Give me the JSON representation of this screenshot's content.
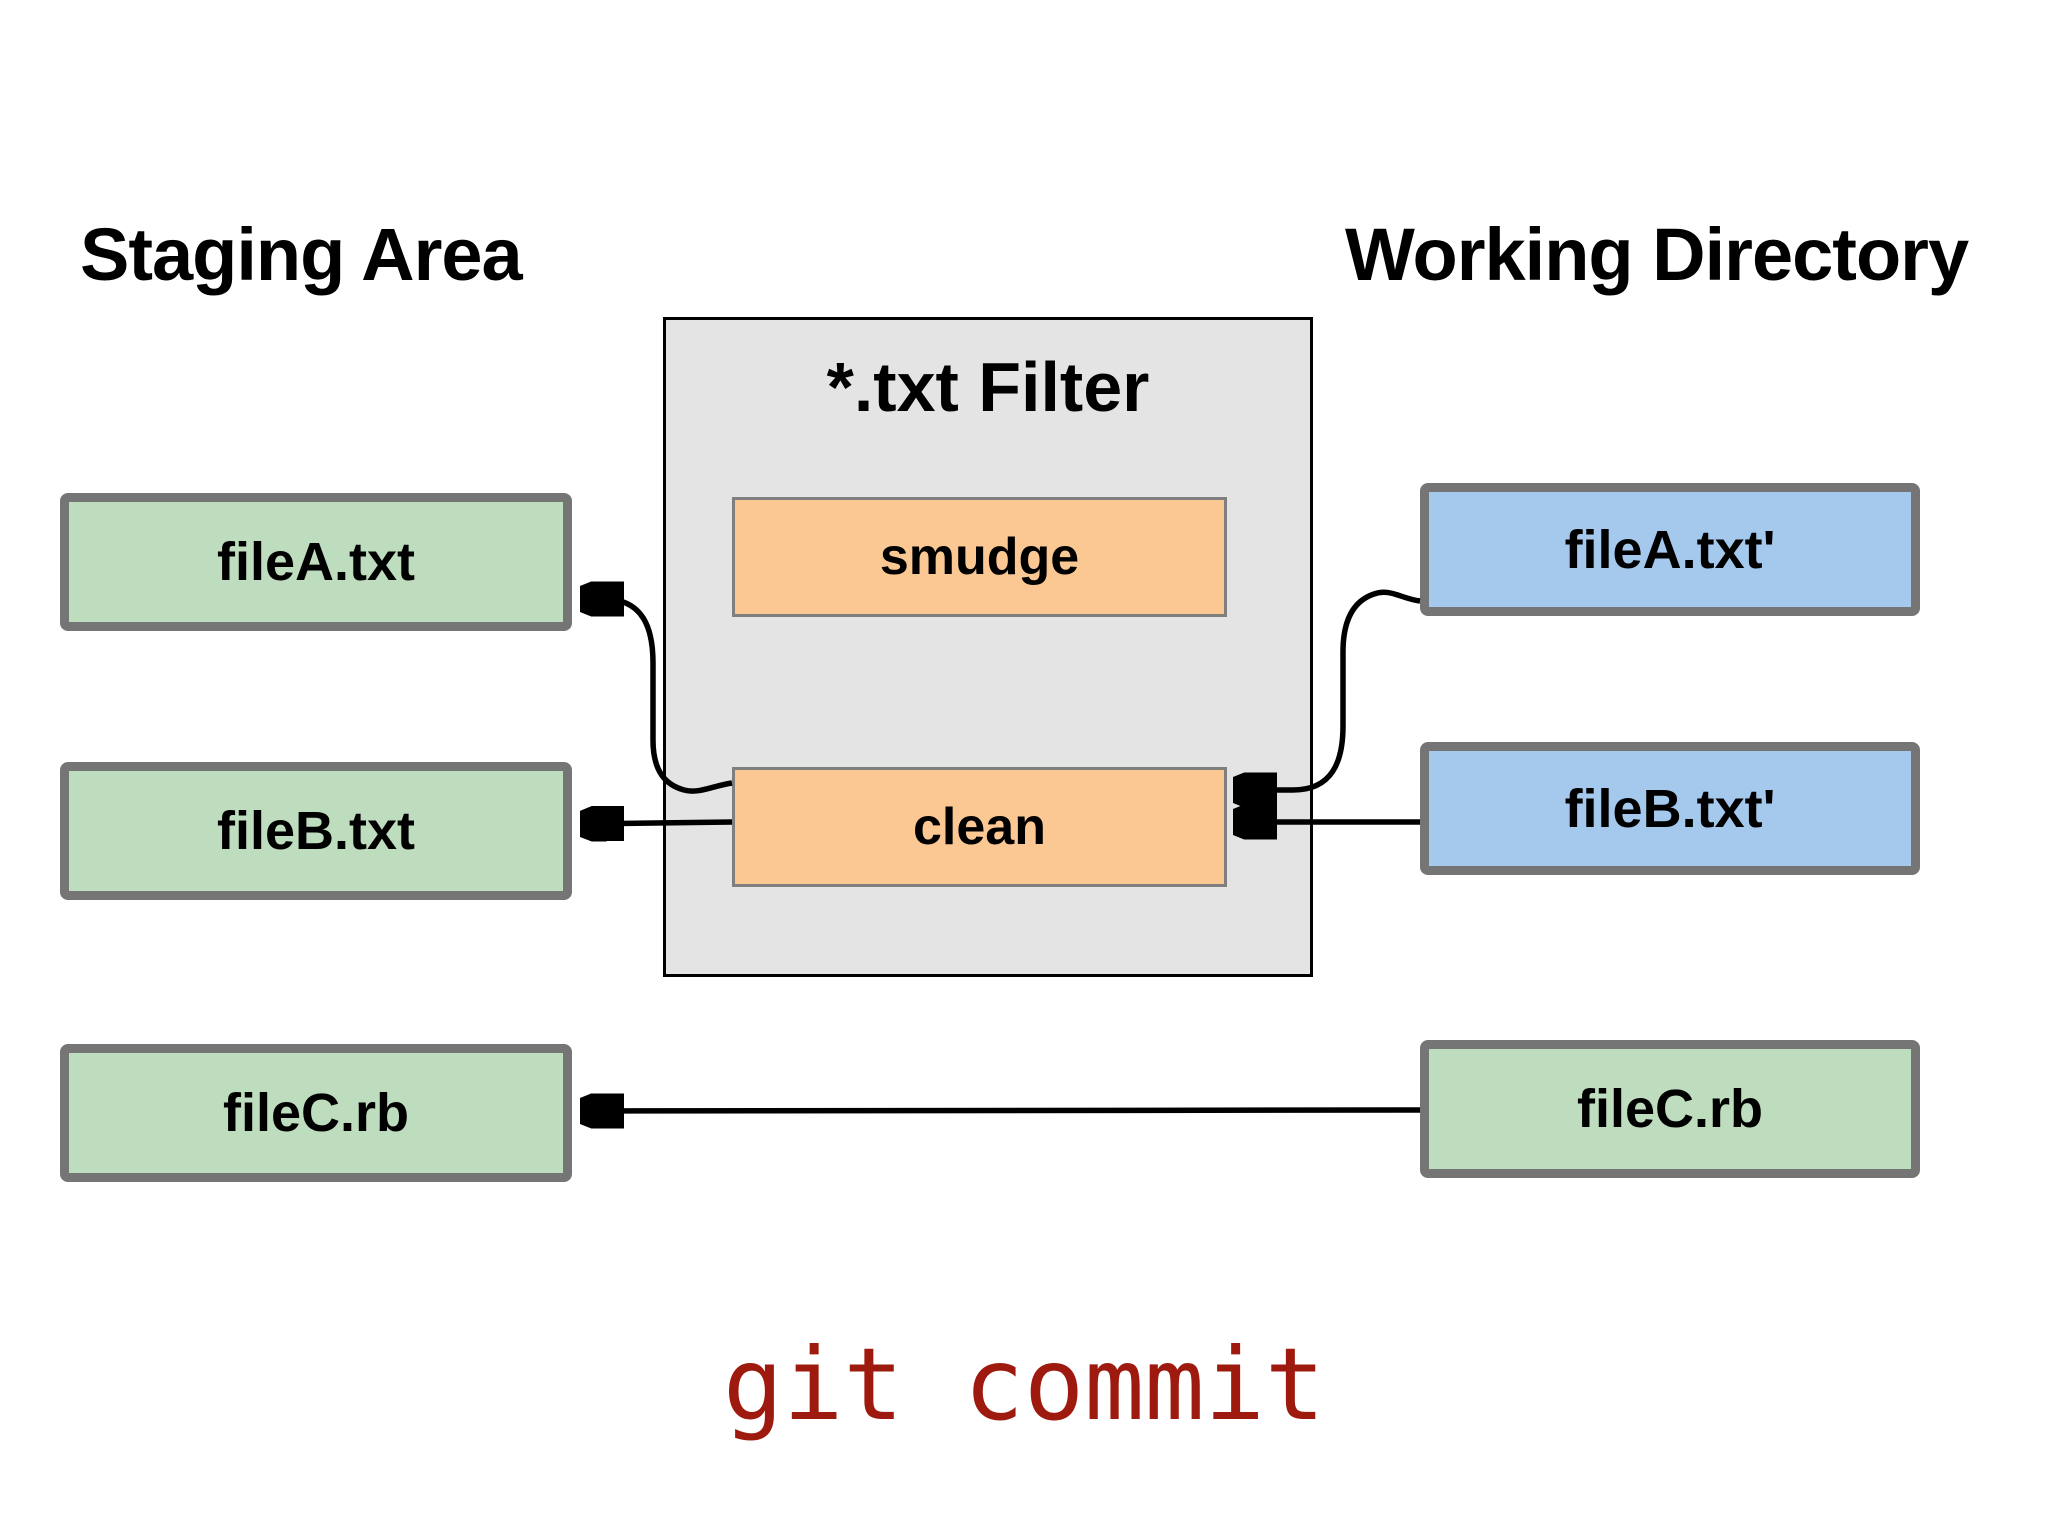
{
  "headings": {
    "left": "Staging Area",
    "right": "Working Directory"
  },
  "filter": {
    "title": "*.txt Filter",
    "smudge_label": "smudge",
    "clean_label": "clean"
  },
  "staging": {
    "files": [
      {
        "label": "fileA.txt"
      },
      {
        "label": "fileB.txt"
      },
      {
        "label": "fileC.rb"
      }
    ]
  },
  "working": {
    "files": [
      {
        "label": "fileA.txt'"
      },
      {
        "label": "fileB.txt'"
      },
      {
        "label": "fileC.rb"
      }
    ]
  },
  "command": {
    "text": "git commit"
  },
  "colors": {
    "staged_file_fill": "#bedcbe",
    "working_file_fill": "#a5c8ed",
    "filter_panel_fill": "#e4e4e4",
    "filter_op_fill": "#fbc894",
    "node_border": "#757575",
    "panel_border": "#000000",
    "arrow": "#000000",
    "command_text": "#9e1a0e"
  }
}
